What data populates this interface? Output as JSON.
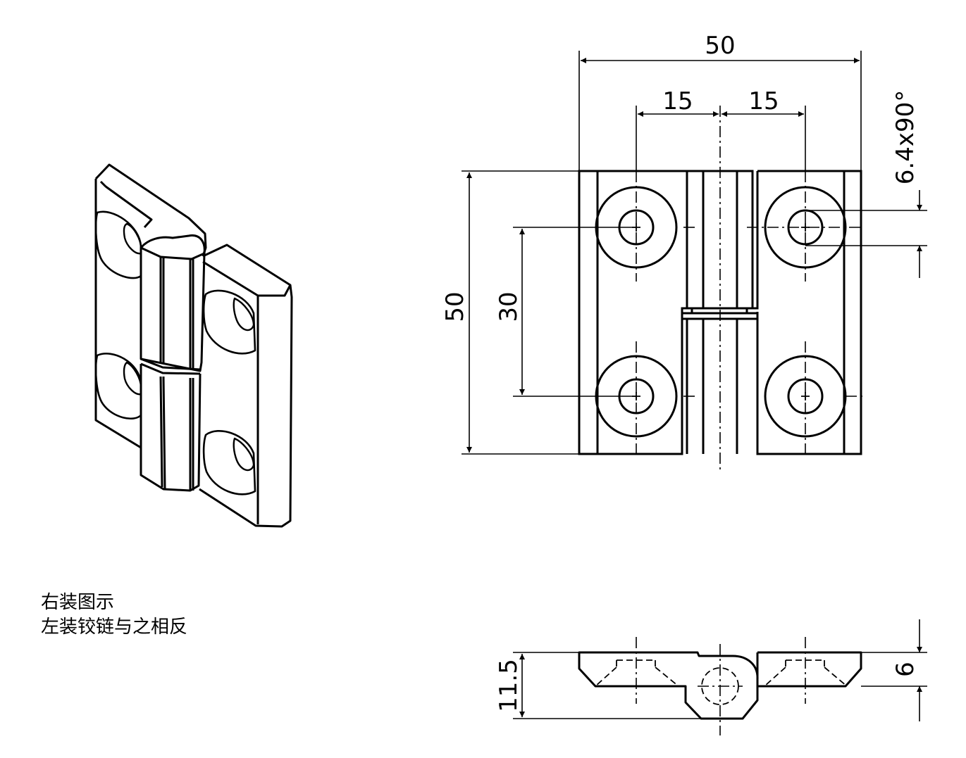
{
  "notes": {
    "line1": "右装图示",
    "line2": "左装铰链与之相反"
  },
  "dimensions": {
    "overall_width": "50",
    "hole_offset_left": "15",
    "hole_offset_right": "15",
    "countersink": "6.4x90°",
    "overall_height": "50",
    "hole_spacing": "30",
    "total_thickness": "11.5",
    "leaf_thickness": "6"
  },
  "colors": {
    "line": "#000000",
    "background": "#ffffff"
  }
}
